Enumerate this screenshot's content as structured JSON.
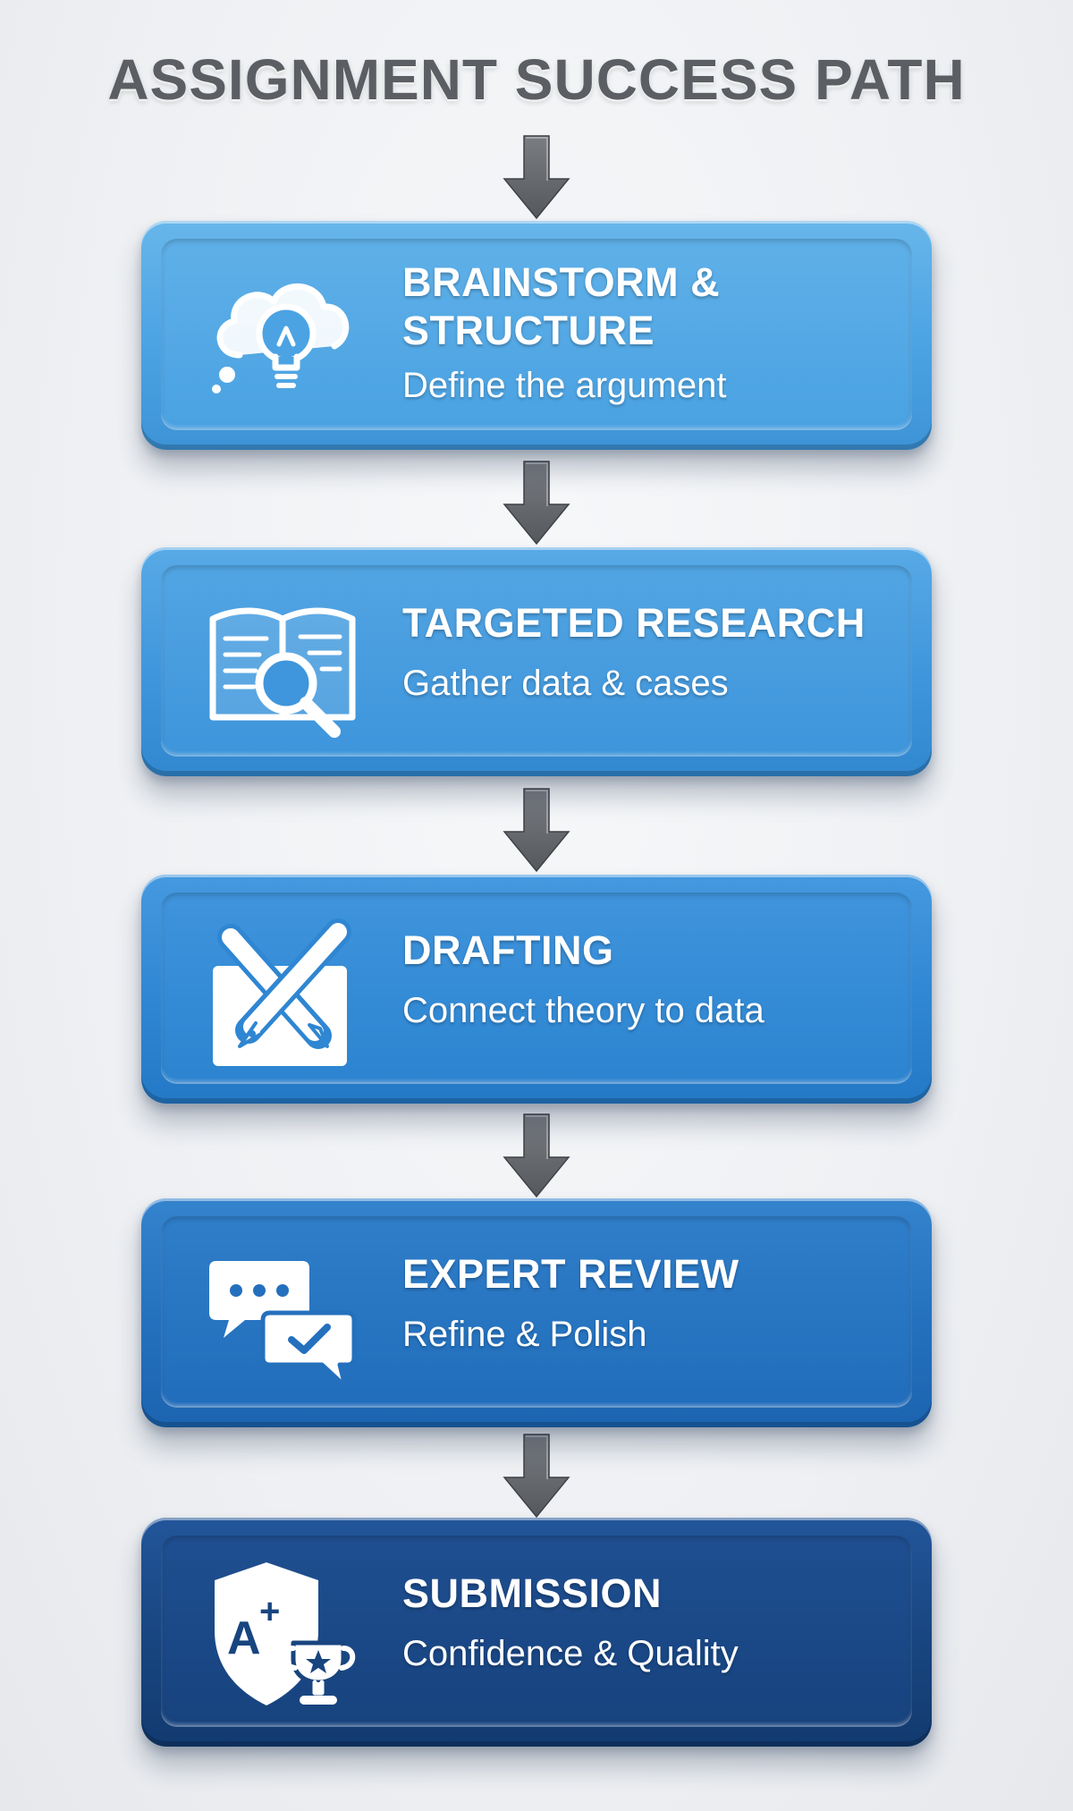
{
  "title": "ASSIGNMENT SUCCESS PATH",
  "steps": [
    {
      "heading": "BRAINSTORM &\nSTRUCTURE",
      "subtitle": "Define the argument",
      "icon": "lightbulb-cloud-icon"
    },
    {
      "heading": "TARGETED RESEARCH",
      "subtitle": "Gather data & cases",
      "icon": "book-magnifier-icon"
    },
    {
      "heading": "DRAFTING",
      "subtitle": "Connect theory to data",
      "icon": "pen-pencil-icon"
    },
    {
      "heading": "EXPERT REVIEW",
      "subtitle": "Refine & Polish",
      "icon": "chat-bubbles-check-icon"
    },
    {
      "heading": "SUBMISSION",
      "subtitle": "Confidence & Quality",
      "icon": "shield-grade-trophy-icon"
    }
  ],
  "colors": {
    "title": "#5b5e63",
    "arrow": "#6b6e72",
    "step_1": "#4ba3e3",
    "step_2": "#3f96dc",
    "step_3": "#2f86d2",
    "step_4": "#2470bd",
    "step_5": "#18457f",
    "text": "#ffffff"
  }
}
